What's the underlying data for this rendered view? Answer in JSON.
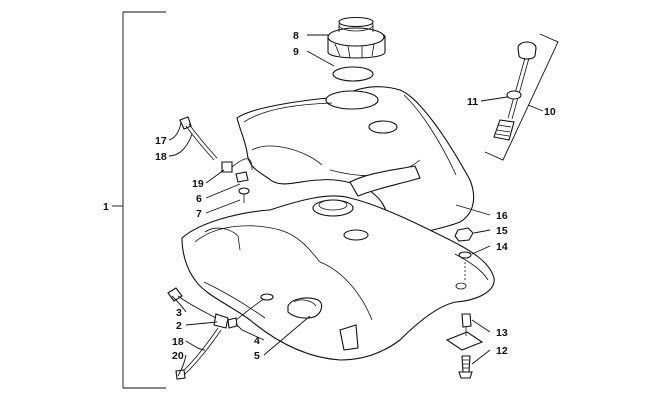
{
  "labels": {
    "p1": "1",
    "p2": "2",
    "p3": "3",
    "p4": "4",
    "p5": "5",
    "p6": "6",
    "p7": "7",
    "p8": "8",
    "p9": "9",
    "p10": "10",
    "p11": "11",
    "p12": "12",
    "p13": "13",
    "p14": "14",
    "p15": "15",
    "p16": "16",
    "p17": "17",
    "p18a": "18",
    "p18b": "18",
    "p19": "19",
    "p20": "20"
  }
}
